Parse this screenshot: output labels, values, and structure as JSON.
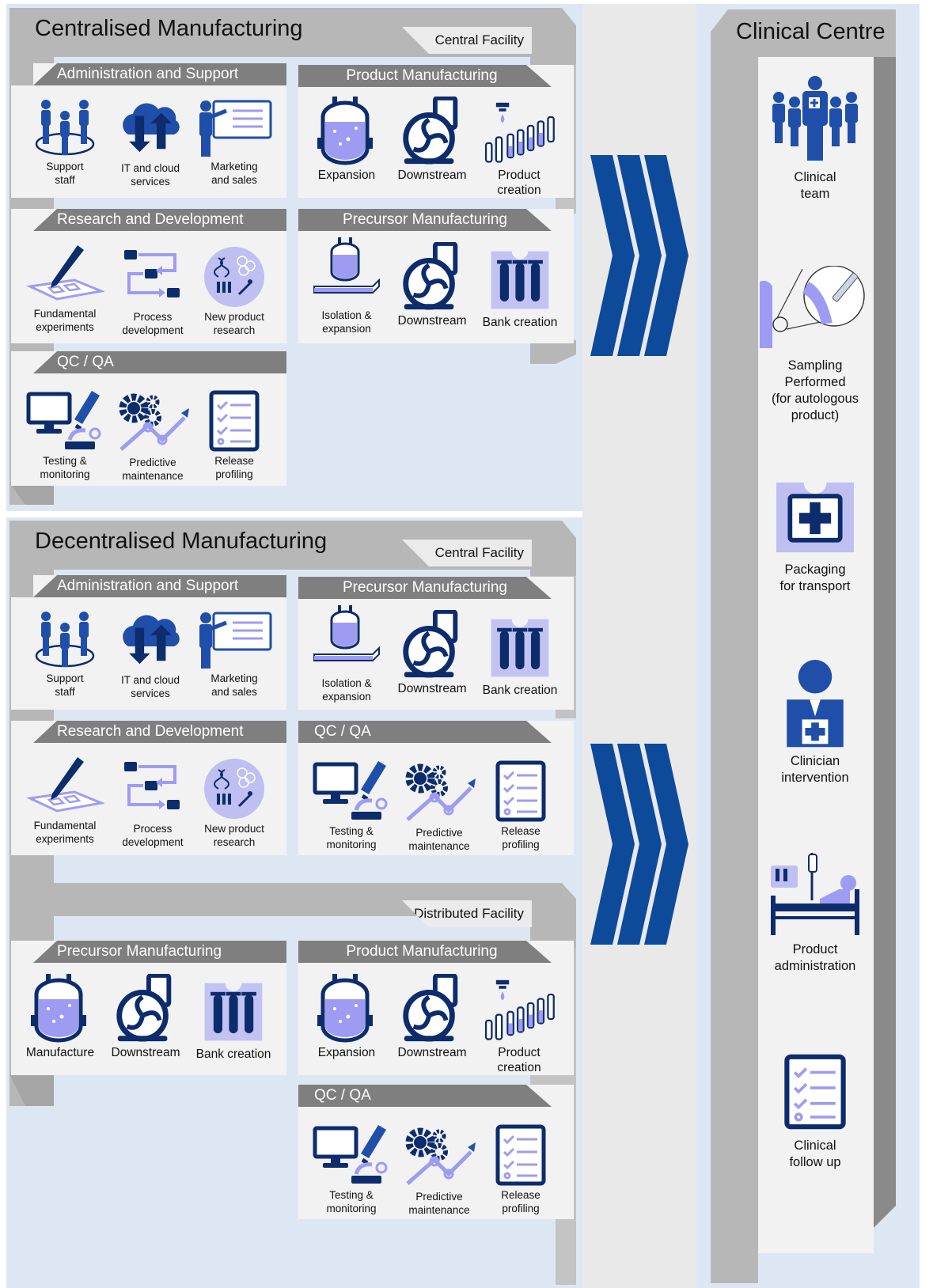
{
  "centralised": {
    "title": "Centralised Manufacturing",
    "facility_label": "Central Facility",
    "admin": {
      "title": "Administration and Support",
      "items": [
        "Support\nstaff",
        "IT and cloud\nservices",
        "Marketing\nand sales"
      ]
    },
    "product": {
      "title": "Product Manufacturing",
      "items": [
        "Expansion",
        "Downstream",
        "Product creation"
      ]
    },
    "rnd": {
      "title": "Research and Development",
      "items": [
        "Fundamental\nexperiments",
        "Process\ndevelopment",
        "New product\nresearch"
      ]
    },
    "precursor": {
      "title": "Precursor Manufacturing",
      "items": [
        "Isolation &\nexpansion",
        "Downstream",
        "Bank creation"
      ]
    },
    "qc": {
      "title": "QC / QA",
      "items": [
        "Testing &\nmonitoring",
        "Predictive\nmaintenance",
        "Release\nprofiling"
      ]
    }
  },
  "decentralised": {
    "title": "Decentralised Manufacturing",
    "facility_label": "Central Facility",
    "admin": {
      "title": "Administration and Support",
      "items": [
        "Support\nstaff",
        "IT and cloud\nservices",
        "Marketing\nand sales"
      ]
    },
    "precursor": {
      "title": "Precursor Manufacturing",
      "items": [
        "Isolation &\nexpansion",
        "Downstream",
        "Bank creation"
      ]
    },
    "rnd": {
      "title": "Research and Development",
      "items": [
        "Fundamental\nexperiments",
        "Process\ndevelopment",
        "New product\nresearch"
      ]
    },
    "qc": {
      "title": "QC / QA",
      "items": [
        "Testing &\nmonitoring",
        "Predictive\nmaintenance",
        "Release\nprofiling"
      ]
    },
    "distributed_label": "Distributed Facility",
    "dist_precursor": {
      "title": "Precursor Manufacturing",
      "items": [
        "Manufacture",
        "Downstream",
        "Bank creation"
      ]
    },
    "dist_product": {
      "title": "Product Manufacturing",
      "items": [
        "Expansion",
        "Downstream",
        "Product creation"
      ]
    },
    "dist_qc": {
      "title": "QC / QA",
      "items": [
        "Testing &\nmonitoring",
        "Predictive\nmaintenance",
        "Release\nprofiling"
      ]
    }
  },
  "clinical": {
    "title": "Clinical Centre",
    "items": [
      "Clinical\nteam",
      "Sampling\nPerformed\n(for autologous\nproduct)",
      "Packaging\nfor transport",
      "Clinician\nintervention",
      "Product\nadministration",
      "Clinical\nfollow up"
    ]
  },
  "colors": {
    "dark": "#0d2c6b",
    "mid": "#1f4fa8",
    "light": "#9d9cf2",
    "header": "#7f7f7f",
    "arrow": "#0e4a9a"
  }
}
